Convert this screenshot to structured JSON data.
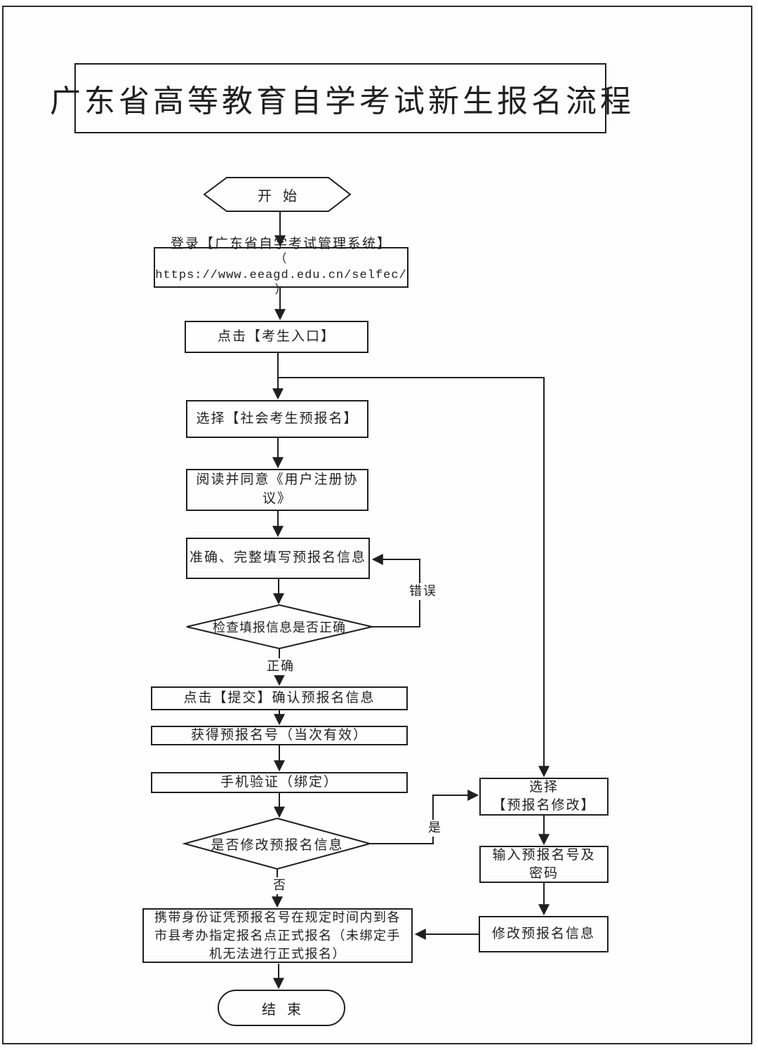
{
  "page": {
    "title": "广东省高等教育自学考试新生报名流程"
  },
  "flow": {
    "start_label": "开始",
    "login": {
      "line1": "登录【广东省自学考试管理系统】",
      "line2": "（ https://www.eeagd.edu.cn/selfec/ ）"
    },
    "click_entry": "点击【考生入口】",
    "select_social_prereg": "选择【社会考生预报名】",
    "agree_protocol": "阅读并同意《用户注册协议》",
    "fill_prereg_info": "准确、完整填写预报名信息",
    "check_decision": "检查填报信息是否正确",
    "label_wrong": "错误",
    "label_correct": "正确",
    "submit_confirm": "点击【提交】确认预报名信息",
    "get_prereg_number": "获得预报名号（当次有效）",
    "phone_verify": "手机验证（绑定）",
    "modify_decision": "是否修改预报名信息",
    "label_yes": "是",
    "label_no": "否",
    "select_modify": {
      "line1": "选择",
      "line2": "【预报名修改】"
    },
    "input_credentials": {
      "line1": "输入预报名号及",
      "line2": "密码"
    },
    "modify_info": "修改预报名信息",
    "formal_registration": "携带身份证凭预报名号在规定时间内到各市县考办指定报名点正式报名（未绑定手机无法进行正式报名）",
    "end_label": "结束"
  },
  "colors": {
    "line": "#1f1f1f",
    "text": "#1f1f1f",
    "background": "#fefefe"
  }
}
